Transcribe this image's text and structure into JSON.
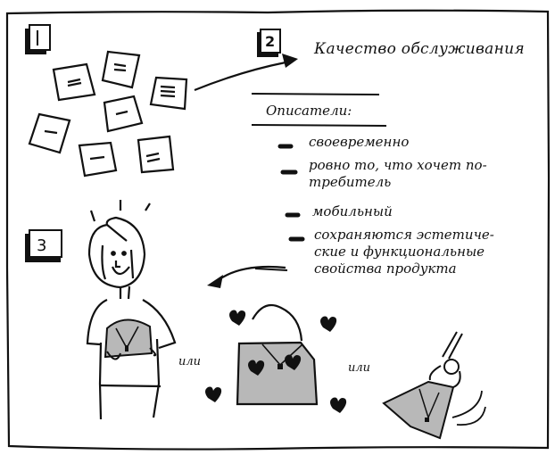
{
  "steps": [
    {
      "number": "1",
      "label": "sticky-notes"
    },
    {
      "number": "2",
      "label": "quality"
    },
    {
      "number": "3",
      "label": "outcome"
    }
  ],
  "title": "Качество обслуживания",
  "descriptors": {
    "heading": "Описатели:",
    "items": [
      {
        "lines": [
          "своевременно"
        ]
      },
      {
        "lines": [
          "ровно то, что хочет по-",
          "требитель"
        ]
      },
      {
        "lines": [
          "мобильный"
        ]
      },
      {
        "lines": [
          "сохраняются эстетиче-",
          "ские и функциональные",
          "свойства продукта"
        ]
      }
    ]
  },
  "connectors": [
    "или",
    "или"
  ],
  "colors": {
    "ink": "#111111",
    "bag_fill": "#b8b8b8",
    "paper": "#ffffff"
  }
}
